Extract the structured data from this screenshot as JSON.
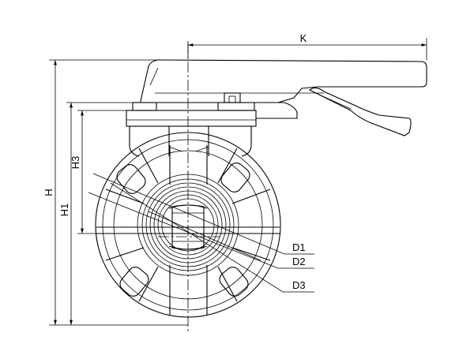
{
  "labels": {
    "K": "K",
    "H": "H",
    "H1": "H1",
    "H3": "H3",
    "D1": "D1",
    "D2": "D2",
    "D3": "D3"
  }
}
